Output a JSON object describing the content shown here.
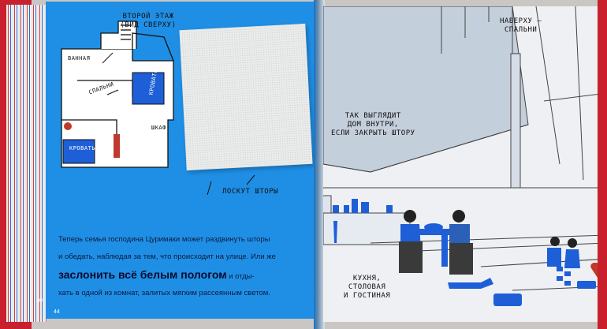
{
  "left_page": {
    "plan_title": "второй этаж\n(вид сверху)",
    "plan_labels": {
      "bath": "ванная",
      "bedrooms": "спальни",
      "bed_right": "кровать",
      "bed_left": "кровать",
      "wardrobe": "шкаф"
    },
    "fabric_caption": "лоскут шторы",
    "text_line1": "Теперь семья господина Цуримаки может раздвинуть шторы",
    "text_line2": "и обедать, наблюдая за тем, что происходит на улице. Или же",
    "text_bold": "заслонить всё белым пологом",
    "text_bold_tail": " и отды-",
    "text_line4": "хать в одной из комнат, залитых мягким рассеянным светом.",
    "page_number": "44",
    "edge_number": "40"
  },
  "right_page": {
    "caption_top": "наверху —\nспальни",
    "caption_middle": "так выглядит\nдом внутри,\nесли закрыть штору",
    "caption_bottom": "кухня,\nстоловая\nи гостиная"
  },
  "colors": {
    "left_page_blue": "#1f8fe6",
    "cover_red": "#c8202c",
    "illustration_blue": "#1e5fd8"
  }
}
